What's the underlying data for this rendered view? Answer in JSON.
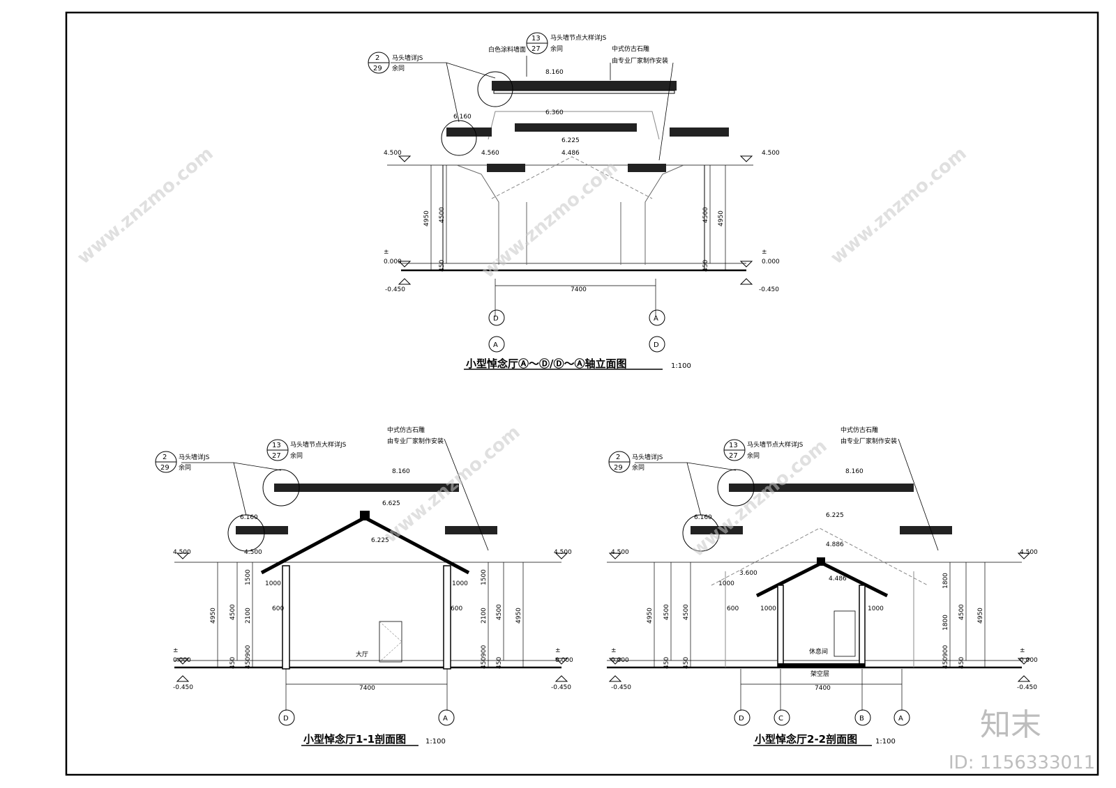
{
  "elevation": {
    "title": "小型悼念厅Ⓐ～Ⓓ/Ⓓ～Ⓐ轴立面图",
    "scale": "1:100",
    "callout_wall": {
      "num": "2",
      "sheet": "29",
      "line1": "马头墙详JS",
      "line2": "余同"
    },
    "callout_node": {
      "num": "13",
      "sheet": "27",
      "line1": "马头墙节点大样详JS",
      "line2": "余同"
    },
    "note_white": "白色涂料墙面",
    "note_carving_1": "中式仿古石雕",
    "note_carving_2": "由专业厂家制作安装",
    "levels": {
      "ridge": "8.160",
      "upper": "6.360",
      "side": "6.160",
      "mid": "6.225",
      "low1": "4.486",
      "low2": "4.560",
      "eave_l": "4.500",
      "eave_r": "4.500",
      "zero_sign": "±",
      "zero": "0.000",
      "ground": "-0.450"
    },
    "dims": {
      "h4950": "4950",
      "h4500": "4500",
      "h450": "450",
      "w7400": "7400"
    },
    "axes": {
      "top_left": "D",
      "bottom_left": "A",
      "top_right": "A",
      "bottom_right": "D"
    }
  },
  "section_11": {
    "title": "小型悼念厅1-1剖面图",
    "scale": "1:100",
    "callout_wall": {
      "num": "2",
      "sheet": "29",
      "line1": "马头墙详JS",
      "line2": "余同"
    },
    "callout_node": {
      "num": "13",
      "sheet": "27",
      "line1": "马头墙节点大样详JS",
      "line2": "余同"
    },
    "note_carving_1": "中式仿古石雕",
    "note_carving_2": "由专业厂家制作安装",
    "levels": {
      "ridge": "8.160",
      "roof": "6.625",
      "mid": "6.225",
      "side": "6.160",
      "eave": "4.500",
      "low": "4.500",
      "zero_sign": "±",
      "zero": "0.000",
      "ground": "-0.450"
    },
    "dims": {
      "h1500": "1500",
      "h2100": "2100",
      "h900": "900",
      "h450": "450",
      "h4500": "4500",
      "h4950": "4950",
      "w1000": "1000",
      "w600": "600",
      "w7400": "7400"
    },
    "room": "大厅",
    "axes": {
      "left": "D",
      "right": "A"
    }
  },
  "section_22": {
    "title": "小型悼念厅2-2剖面图",
    "scale": "1:100",
    "callout_wall": {
      "num": "2",
      "sheet": "29",
      "line1": "马头墙详JS",
      "line2": "余同"
    },
    "callout_node": {
      "num": "13",
      "sheet": "27",
      "line1": "马头墙节点大样详JS",
      "line2": "余同"
    },
    "note_carving_1": "中式仿古石雕",
    "note_carving_2": "由专业厂家制作安装",
    "levels": {
      "ridge": "8.160",
      "mid": "6.225",
      "side": "6.160",
      "l4886": "4.886",
      "l4486": "4.486",
      "l3600": "3.600",
      "eave": "4.500",
      "zero_sign": "±",
      "zero": "0.000",
      "ground": "-0.450"
    },
    "dims": {
      "h1800": "1800",
      "h900": "900",
      "h450": "450",
      "h4500": "4500",
      "h4950": "4950",
      "w1000": "1000",
      "w600": "600",
      "w7400": "7400"
    },
    "room": "休息间",
    "void": "架空层",
    "axes": {
      "a1": "D",
      "a2": "C",
      "a3": "B",
      "a4": "A"
    }
  },
  "watermark": {
    "logo": "知末",
    "id": "ID: 1156333011",
    "site": "www.znzmo.com"
  }
}
